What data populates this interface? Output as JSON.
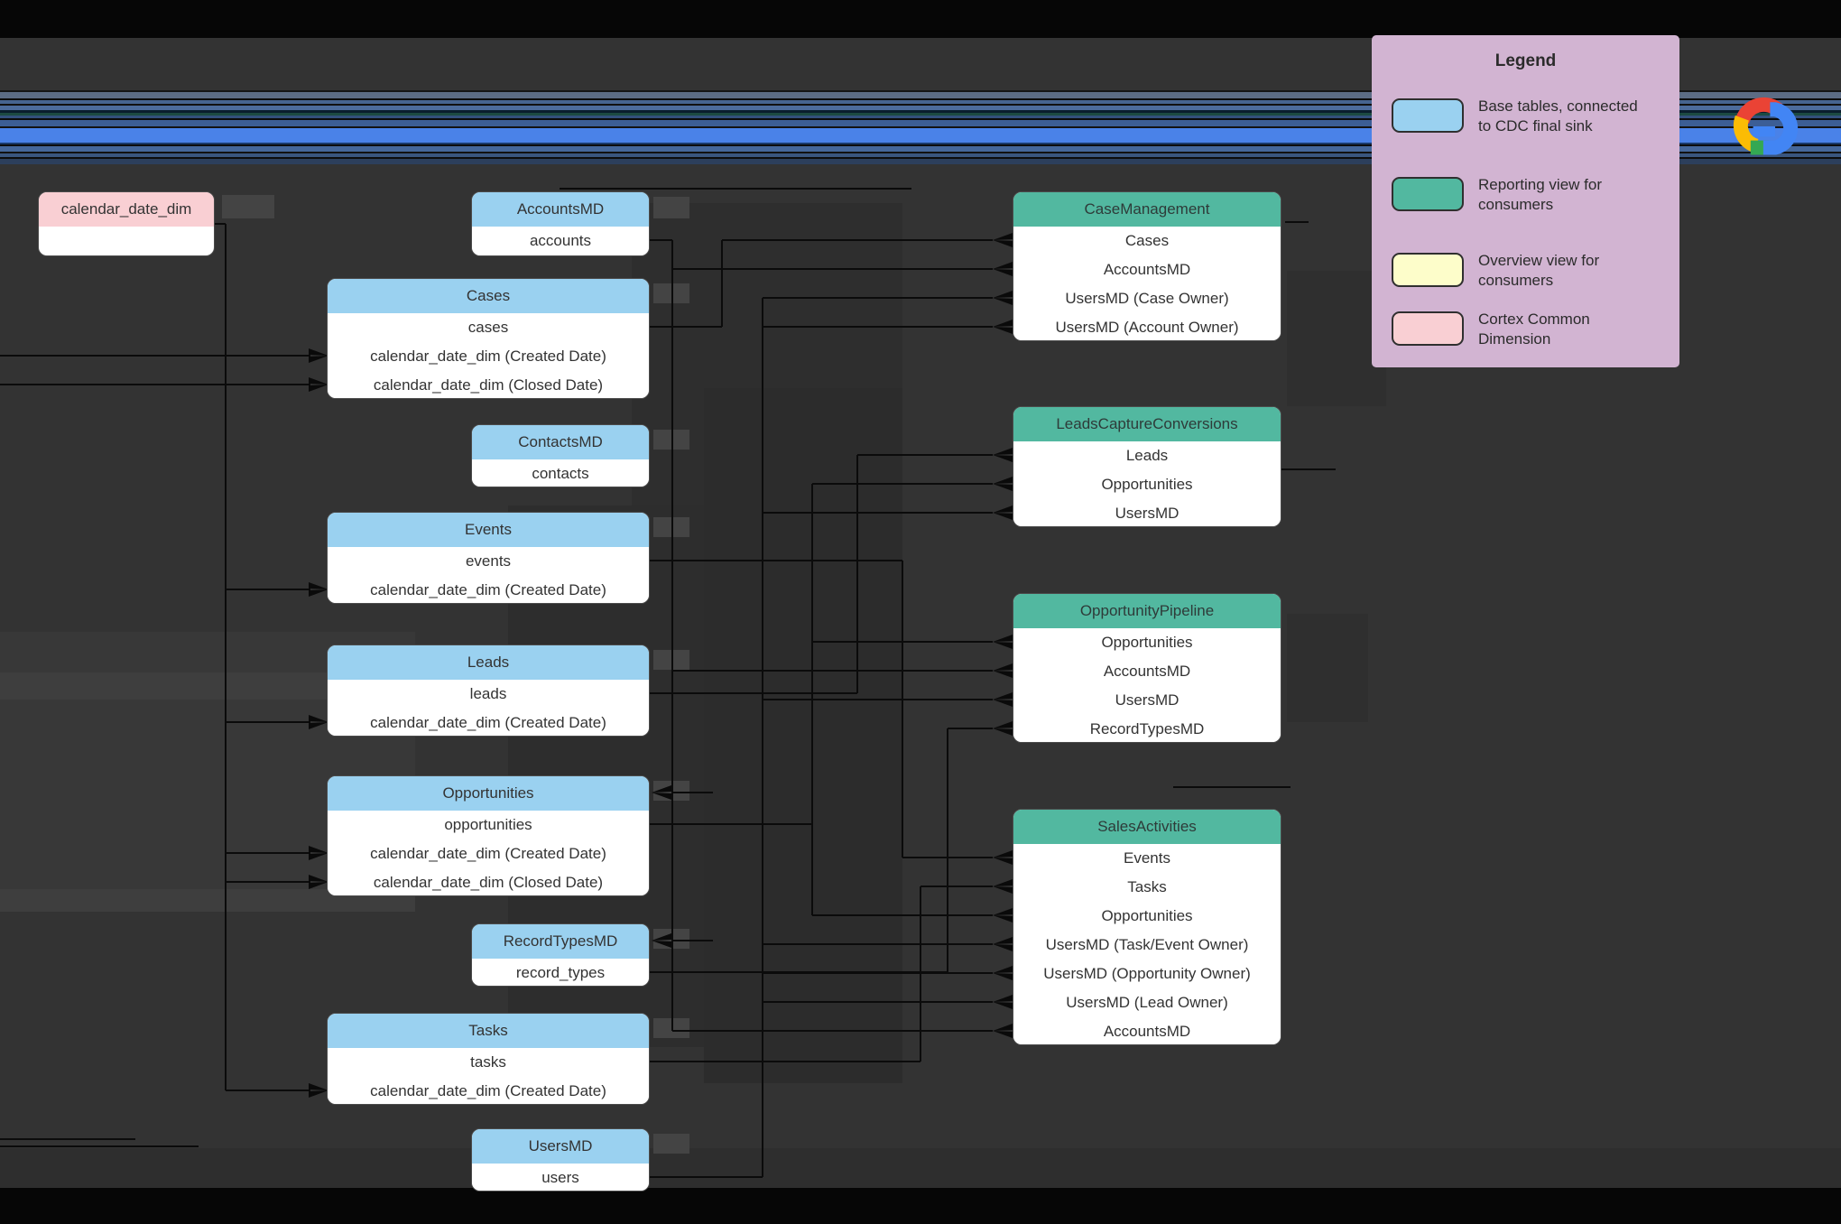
{
  "diagram": {
    "legend": {
      "title": "Legend",
      "items": [
        {
          "kind": "base",
          "color": "#9AD1F0",
          "label": "Base tables, connected\nto CDC final sink"
        },
        {
          "kind": "view",
          "color": "#52B8A0",
          "label": "Reporting view for\nconsumers"
        },
        {
          "kind": "overview",
          "color": "#FDFDCA",
          "label": "Overview view for\nconsumers"
        },
        {
          "kind": "dim",
          "color": "#F9CFD3",
          "label": "Cortex Common\nDimension"
        }
      ]
    },
    "logo": {
      "name": "Google Cloud"
    },
    "colors": {
      "base_header": "#9AD1F0",
      "view_header": "#52B8A0",
      "dim_header": "#F9CFD3",
      "overview_header": "#FDFDCA",
      "legend_bg": "#D2B4D2",
      "canvas_bg": "#333333",
      "connector": "#0b0b0b"
    },
    "tables": [
      {
        "id": "calendar_date_dim",
        "kind": "dim",
        "title": "calendar_date_dim",
        "rows": []
      },
      {
        "id": "accounts_md",
        "kind": "base",
        "title": "AccountsMD",
        "rows": [
          "accounts"
        ]
      },
      {
        "id": "cases",
        "kind": "base",
        "title": "Cases",
        "rows": [
          "cases",
          "calendar_date_dim (Created Date)",
          "calendar_date_dim (Closed Date)"
        ]
      },
      {
        "id": "contacts_md",
        "kind": "base",
        "title": "ContactsMD",
        "rows": [
          "contacts"
        ]
      },
      {
        "id": "events",
        "kind": "base",
        "title": "Events",
        "rows": [
          "events",
          "calendar_date_dim (Created Date)"
        ]
      },
      {
        "id": "leads",
        "kind": "base",
        "title": "Leads",
        "rows": [
          "leads",
          "calendar_date_dim (Created Date)"
        ]
      },
      {
        "id": "opportunities",
        "kind": "base",
        "title": "Opportunities",
        "rows": [
          "opportunities",
          "calendar_date_dim (Created Date)",
          "calendar_date_dim (Closed Date)"
        ]
      },
      {
        "id": "record_types_md",
        "kind": "base",
        "title": "RecordTypesMD",
        "rows": [
          "record_types"
        ]
      },
      {
        "id": "tasks",
        "kind": "base",
        "title": "Tasks",
        "rows": [
          "tasks",
          "calendar_date_dim (Created Date)"
        ]
      },
      {
        "id": "users_md",
        "kind": "base",
        "title": "UsersMD",
        "rows": [
          "users"
        ]
      },
      {
        "id": "case_management",
        "kind": "view",
        "title": "CaseManagement",
        "rows": [
          "Cases",
          "AccountsMD",
          "UsersMD (Case Owner)",
          "UsersMD (Account Owner)"
        ]
      },
      {
        "id": "leads_capture_conversions",
        "kind": "view",
        "title": "LeadsCaptureConversions",
        "rows": [
          "Leads",
          "Opportunities",
          "UsersMD"
        ]
      },
      {
        "id": "opportunity_pipeline",
        "kind": "view",
        "title": "OpportunityPipeline",
        "rows": [
          "Opportunities",
          "AccountsMD",
          "UsersMD",
          "RecordTypesMD"
        ]
      },
      {
        "id": "sales_activities",
        "kind": "view",
        "title": "SalesActivities",
        "rows": [
          "Events",
          "Tasks",
          "Opportunities",
          "UsersMD (Task/Event Owner)",
          "UsersMD (Opportunity Owner)",
          "UsersMD (Lead Owner)",
          "AccountsMD"
        ]
      }
    ],
    "edges": [
      {
        "from": "cases",
        "to": "case_management",
        "row": 0
      },
      {
        "from": "accounts_md",
        "to": "case_management",
        "row": 1
      },
      {
        "from": "users_md",
        "to": "case_management",
        "row": 2
      },
      {
        "from": "users_md",
        "to": "case_management",
        "row": 3
      },
      {
        "from": "leads",
        "to": "leads_capture_conversions",
        "row": 0
      },
      {
        "from": "opportunities",
        "to": "leads_capture_conversions",
        "row": 1
      },
      {
        "from": "users_md",
        "to": "leads_capture_conversions",
        "row": 2
      },
      {
        "from": "opportunities",
        "to": "opportunity_pipeline",
        "row": 0
      },
      {
        "from": "accounts_md",
        "to": "opportunity_pipeline",
        "row": 1
      },
      {
        "from": "users_md",
        "to": "opportunity_pipeline",
        "row": 2
      },
      {
        "from": "record_types_md",
        "to": "opportunity_pipeline",
        "row": 3
      },
      {
        "from": "events",
        "to": "sales_activities",
        "row": 0
      },
      {
        "from": "tasks",
        "to": "sales_activities",
        "row": 1
      },
      {
        "from": "opportunities",
        "to": "sales_activities",
        "row": 2
      },
      {
        "from": "users_md",
        "to": "sales_activities",
        "row": 3
      },
      {
        "from": "users_md",
        "to": "sales_activities",
        "row": 4
      },
      {
        "from": "users_md",
        "to": "sales_activities",
        "row": 5
      },
      {
        "from": "accounts_md",
        "to": "sales_activities",
        "row": 6
      },
      {
        "from": "calendar_date_dim",
        "to": "cases",
        "row": 1
      },
      {
        "from": "calendar_date_dim",
        "to": "cases",
        "row": 2
      },
      {
        "from": "calendar_date_dim",
        "to": "events",
        "row": 1
      },
      {
        "from": "calendar_date_dim",
        "to": "leads",
        "row": 1
      },
      {
        "from": "calendar_date_dim",
        "to": "opportunities",
        "row": 1
      },
      {
        "from": "calendar_date_dim",
        "to": "opportunities",
        "row": 2
      },
      {
        "from": "calendar_date_dim",
        "to": "tasks",
        "row": 1
      }
    ]
  }
}
